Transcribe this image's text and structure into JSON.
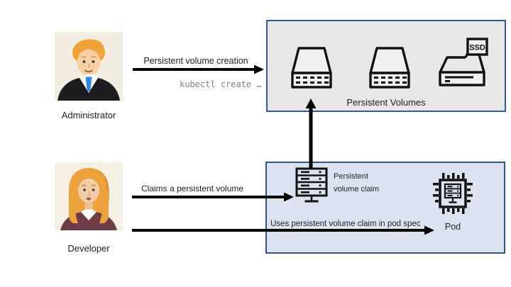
{
  "actors": {
    "administrator": {
      "label": "Administrator",
      "avatar": "man-in-suit-avatar"
    },
    "developer": {
      "label": "Developer",
      "avatar": "woman-avatar"
    }
  },
  "flows": {
    "pv_creation": {
      "label": "Persistent volume creation",
      "command": "kubectl create …"
    },
    "claim": {
      "label": "Claims a persistent volume"
    },
    "pod_spec": {
      "label": "Uses persistent volume claim in pod spec"
    }
  },
  "pv_box": {
    "title": "Persistent Volumes",
    "ssd_tag": "SSD",
    "disks": [
      "hard-drive",
      "hard-drive",
      "ssd-drive"
    ]
  },
  "pvc_box": {
    "pvc": {
      "label_line1": "Persistent",
      "label_line2": "volume claim",
      "icon": "server-rack"
    },
    "pod": {
      "label": "Pod",
      "icon": "chip"
    }
  },
  "colors": {
    "pv_box_fill": "#e8e8e8",
    "pv_box_border": "#2f5b9d",
    "pvc_box_fill": "#dbe3f1",
    "pvc_box_border": "#2e5586",
    "arrow": "#000000",
    "command_text": "#808080"
  }
}
